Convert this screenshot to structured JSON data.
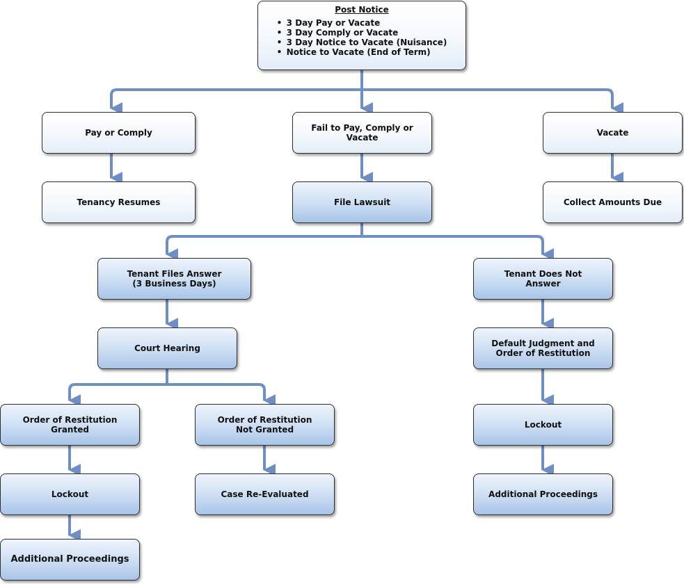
{
  "post_notice": {
    "title": "Post Notice",
    "items": [
      "3 Day Pay or Vacate",
      "3 Day Comply or Vacate",
      "3 Day Notice to Vacate (Nuisance)",
      "Notice to Vacate (End of Term)"
    ]
  },
  "nodes": {
    "pay_or_comply": "Pay or Comply",
    "fail_to_pay": "Fail to Pay, Comply or Vacate",
    "vacate": "Vacate",
    "tenancy_resumes": "Tenancy Resumes",
    "file_lawsuit": "File Lawsuit",
    "collect_amounts_due": "Collect Amounts Due",
    "tenant_files_answer": "Tenant Files Answer\n(3 Business Days)",
    "tenant_does_not_answer": "Tenant Does Not\nAnswer",
    "court_hearing": "Court Hearing",
    "default_judgment": "Default Judgment and\nOrder of Restitution",
    "order_granted": "Order of Restitution\nGranted",
    "order_not_granted": "Order of Restitution\nNot Granted",
    "lockout_right": "Lockout",
    "lockout_left": "Lockout",
    "case_reevaluated": "Case Re-Evaluated",
    "additional_proceedings_right": "Additional Proceedings",
    "additional_proceedings_left": "Additional Proceedings"
  },
  "colors": {
    "connector": "#6f8fc4",
    "border": "#2b2b2b"
  }
}
